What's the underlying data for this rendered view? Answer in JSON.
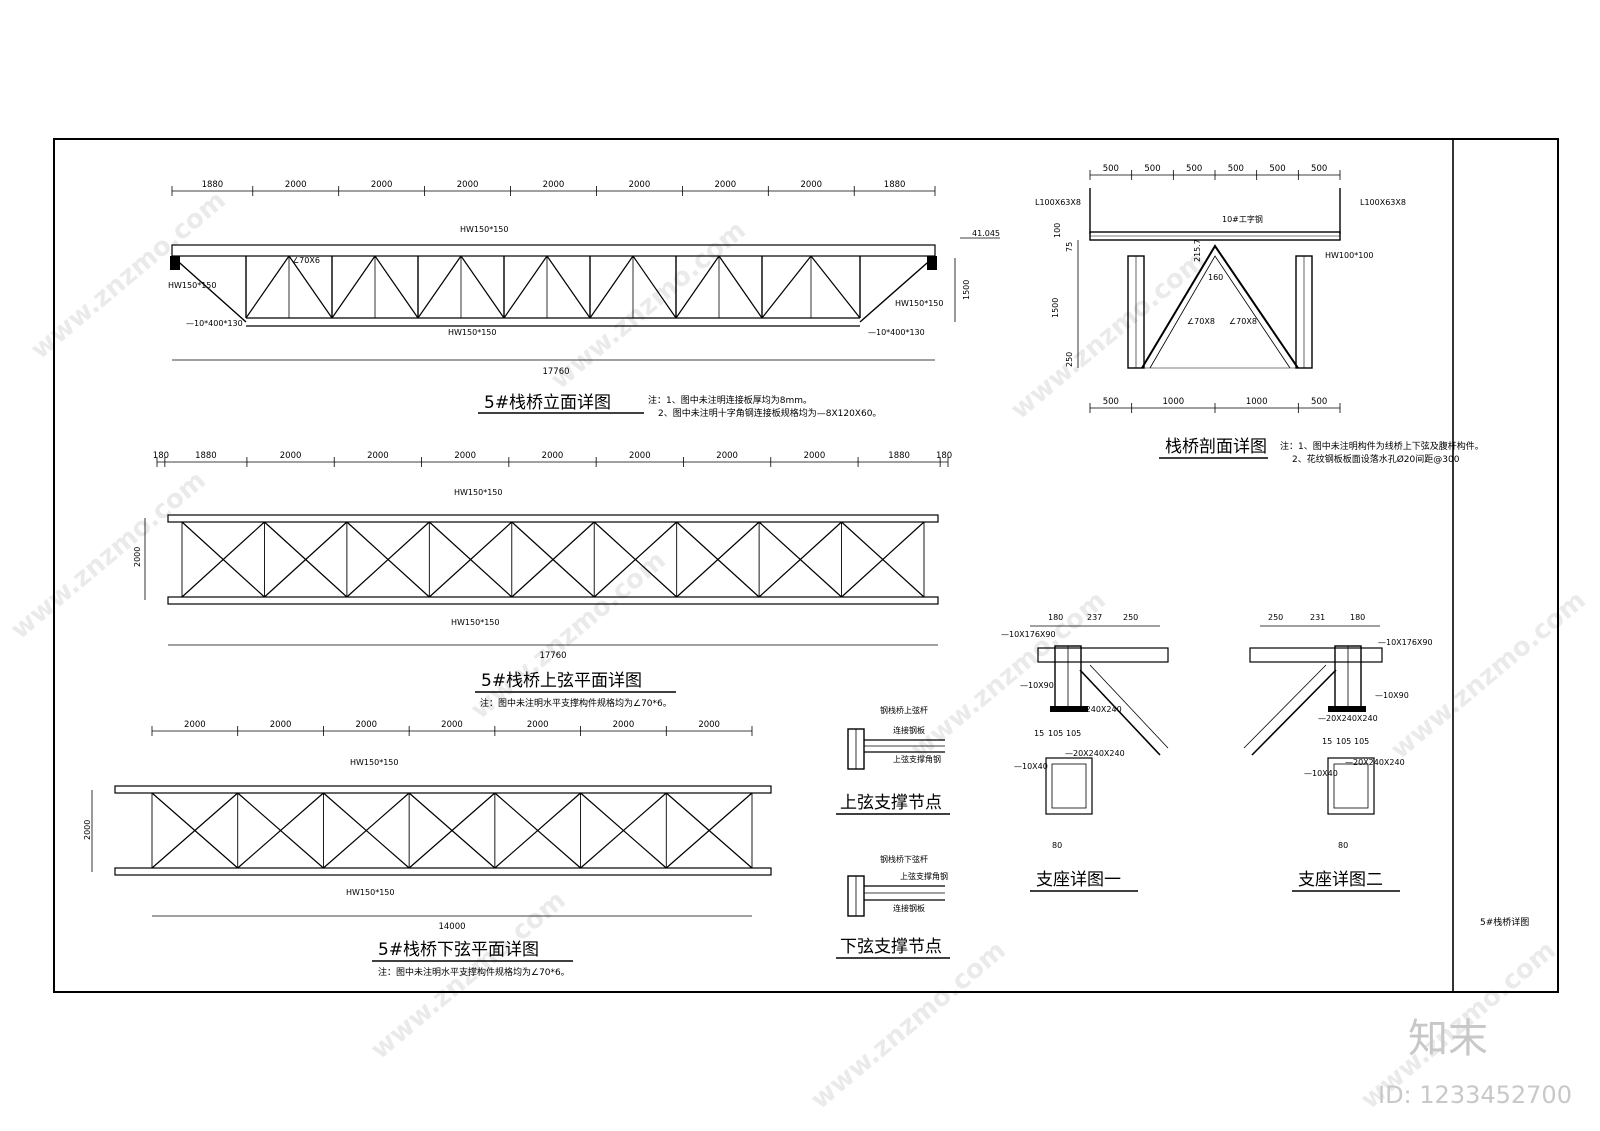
{
  "sheet": {
    "title_block_text": "5#栈桥详图"
  },
  "elevation": {
    "title": "5#栈桥立面详图",
    "notes": [
      "注：1、图中未注明连接板厚均为8mm。",
      "2、图中未注明十字角钢连接板规格均为—8X120X60。"
    ],
    "top_dims": [
      "1880",
      "2000",
      "2000",
      "2000",
      "2000",
      "2000",
      "2000",
      "2000",
      "1880"
    ],
    "total_length": "17760",
    "member_top": "HW150*150",
    "member_left": "HW150*150",
    "member_right": "HW150*150",
    "member_bottom": "HW150*150",
    "angle": "∠70X6",
    "plate_left": "—10*400*130",
    "plate_right": "—10*400*130",
    "elevation_mark": "41.045",
    "height": "1500"
  },
  "section": {
    "title": "栈桥剖面详图",
    "notes": [
      "注：1、图中未注明构件为线桥上下弦及腹杆构件。",
      "2、花纹钢板板面设落水孔Ø20间距@300"
    ],
    "top_dims": [
      "500",
      "500",
      "500",
      "500",
      "500",
      "500"
    ],
    "bottom_dims": [
      "500",
      "1000",
      "1000",
      "500"
    ],
    "label_left": "L100X63X8",
    "label_right": "L100X63X8",
    "label_beam": "10#工字钢",
    "label_hw": "HW100*100",
    "angle_left": "∠70X8",
    "angle_right": "∠70X8",
    "dim_height": "1500",
    "dim_250": "250",
    "dim_75": "75",
    "dim_100": "100",
    "dim_2157": "215.7",
    "dim_160": "160"
  },
  "top_chord": {
    "title": "5#栈桥上弦平面详图",
    "note": "注：图中未注明水平支撑构件规格均为∠70*6。",
    "top_dims": [
      "180",
      "1880",
      "2000",
      "2000",
      "2000",
      "2000",
      "2000",
      "2000",
      "2000",
      "1880",
      "180"
    ],
    "total_length": "17760",
    "width": "2000",
    "member_top": "HW150*150",
    "member_bottom": "HW150*150"
  },
  "bottom_chord": {
    "title": "5#栈桥下弦平面详图",
    "note": "注：图中未注明水平支撑构件规格均为∠70*6。",
    "top_dims": [
      "2000",
      "2000",
      "2000",
      "2000",
      "2000",
      "2000",
      "2000"
    ],
    "total_length": "14000",
    "width": "2000",
    "member_top": "HW150*150",
    "member_bottom": "HW150*150"
  },
  "nodes": {
    "top_title": "上弦支撑节点",
    "bottom_title": "下弦支撑节点",
    "top_labels": [
      "钢栈桥上弦杆",
      "连接钢板",
      "上弦支撑角钢"
    ],
    "bottom_labels": [
      "钢栈桥下弦杆",
      "上弦支撑角钢",
      "连接钢板"
    ]
  },
  "support1": {
    "title": "支座详图一",
    "dims": [
      "180",
      "237",
      "250"
    ],
    "labels": [
      "—10X176X90",
      "—10X90",
      "—20X240X240",
      "—10X40",
      "—20X240X240"
    ],
    "small_dims": [
      "15",
      "105",
      "105",
      "80"
    ]
  },
  "support2": {
    "title": "支座详图二",
    "dims": [
      "250",
      "231",
      "180"
    ],
    "labels": [
      "—10X176X90",
      "—10X90",
      "—20X240X240",
      "—10X40",
      "—20X240X240"
    ],
    "small_dims": [
      "15",
      "105",
      "105",
      "80"
    ]
  },
  "watermark": {
    "logo": "知末",
    "id": "ID: 1233452700",
    "site": "www.znzmo.com"
  }
}
